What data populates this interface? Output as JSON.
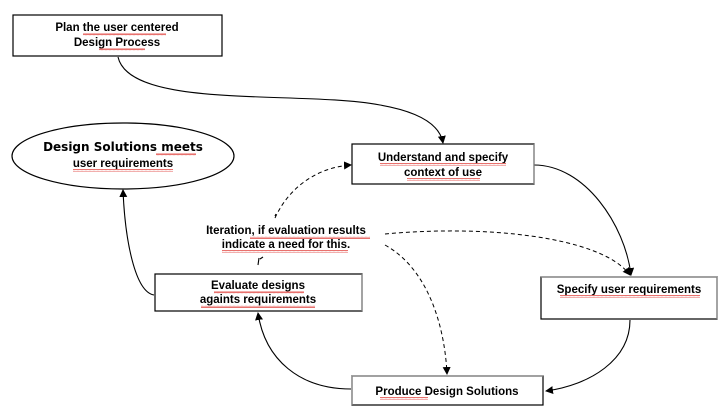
{
  "diagram": {
    "title": "User Centered Design Process",
    "nodes": {
      "plan": {
        "lines": [
          "Plan the user centered",
          "Design Process"
        ],
        "shape": "rectangle"
      },
      "outcome": {
        "lines": [
          "Design Solutions meets",
          "user requirements"
        ],
        "shape": "ellipse"
      },
      "understand": {
        "lines": [
          "Understand and specify",
          "context of use"
        ],
        "shape": "rectangle"
      },
      "specify": {
        "lines": [
          "Specify user requirements"
        ],
        "shape": "rectangle"
      },
      "produce": {
        "lines": [
          "Produce Design Solutions"
        ],
        "shape": "rectangle"
      },
      "evaluate": {
        "lines": [
          "Evaluate designs",
          "againts requirements"
        ],
        "shape": "rectangle"
      }
    },
    "annotation": {
      "lines": [
        "Iteration, if evaluation results",
        "indicate a need for this."
      ]
    },
    "edges": [
      {
        "from": "plan",
        "to": "understand",
        "style": "solid"
      },
      {
        "from": "understand",
        "to": "specify",
        "style": "solid"
      },
      {
        "from": "specify",
        "to": "produce",
        "style": "solid"
      },
      {
        "from": "produce",
        "to": "evaluate",
        "style": "solid"
      },
      {
        "from": "evaluate",
        "to": "outcome",
        "style": "solid"
      },
      {
        "from": "annotation",
        "to": "understand",
        "style": "dashed"
      },
      {
        "from": "annotation",
        "to": "specify",
        "style": "dashed"
      },
      {
        "from": "annotation",
        "to": "produce",
        "style": "dashed"
      }
    ],
    "colors": {
      "stroke": "#000000",
      "spellcheck_underline": "#e0413c",
      "background": "#ffffff"
    }
  }
}
